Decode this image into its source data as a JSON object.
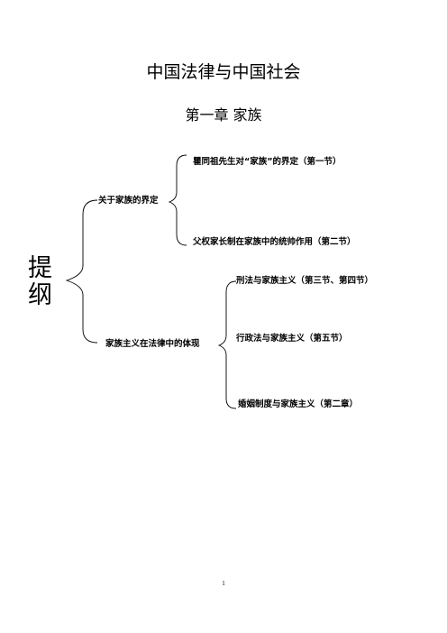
{
  "document": {
    "title": "中国法律与中国社会",
    "chapter": "第一章 家族",
    "outline_label": [
      "提",
      "纲"
    ],
    "branches": [
      {
        "label": "关于家族的界定",
        "children": [
          "瞿同祖先生对“家族”的界定（第一节）",
          "父权家长制在家族中的统帅作用（第二节）"
        ]
      },
      {
        "label": "家族主义在法律中的体现",
        "children": [
          "刑法与家族主义（第三节、第四节）",
          "行政法与家族主义（第五节）",
          "婚姻制度与家族主义（第二章）"
        ]
      }
    ],
    "page_number": "1"
  }
}
